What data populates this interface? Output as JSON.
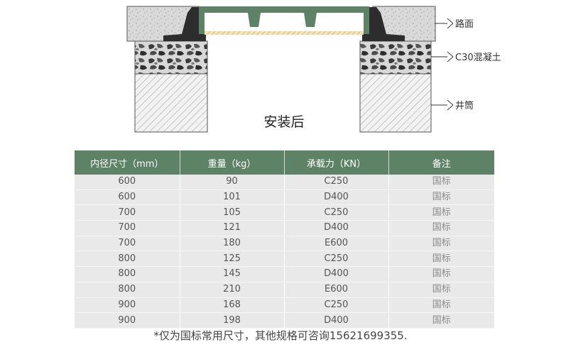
{
  "diagram": {
    "labels": {
      "road": "路面",
      "concrete": "C30混凝土",
      "shaft": "井筒"
    },
    "caption": "安装后"
  },
  "table": {
    "headers": [
      "内径尺寸（mm）",
      "重量（kg）",
      "承载力（KN）",
      "备注"
    ],
    "rows": [
      [
        "600",
        "90",
        "C250",
        "国标"
      ],
      [
        "600",
        "101",
        "D400",
        "国标"
      ],
      [
        "700",
        "105",
        "C250",
        "国标"
      ],
      [
        "700",
        "121",
        "D400",
        "国标"
      ],
      [
        "700",
        "180",
        "E600",
        "国标"
      ],
      [
        "800",
        "125",
        "C250",
        "国标"
      ],
      [
        "800",
        "145",
        "D400",
        "国标"
      ],
      [
        "800",
        "210",
        "E600",
        "国标"
      ],
      [
        "900",
        "168",
        "C250",
        "国标"
      ],
      [
        "900",
        "198",
        "D400",
        "国标"
      ]
    ]
  },
  "footnote": "*仅为国标常用尺寸，其他规格可咨询15621699355.",
  "colors": {
    "header_green": "#5d8265",
    "cover_green": "#5d8265",
    "row_bg": "#e9e9e9"
  }
}
